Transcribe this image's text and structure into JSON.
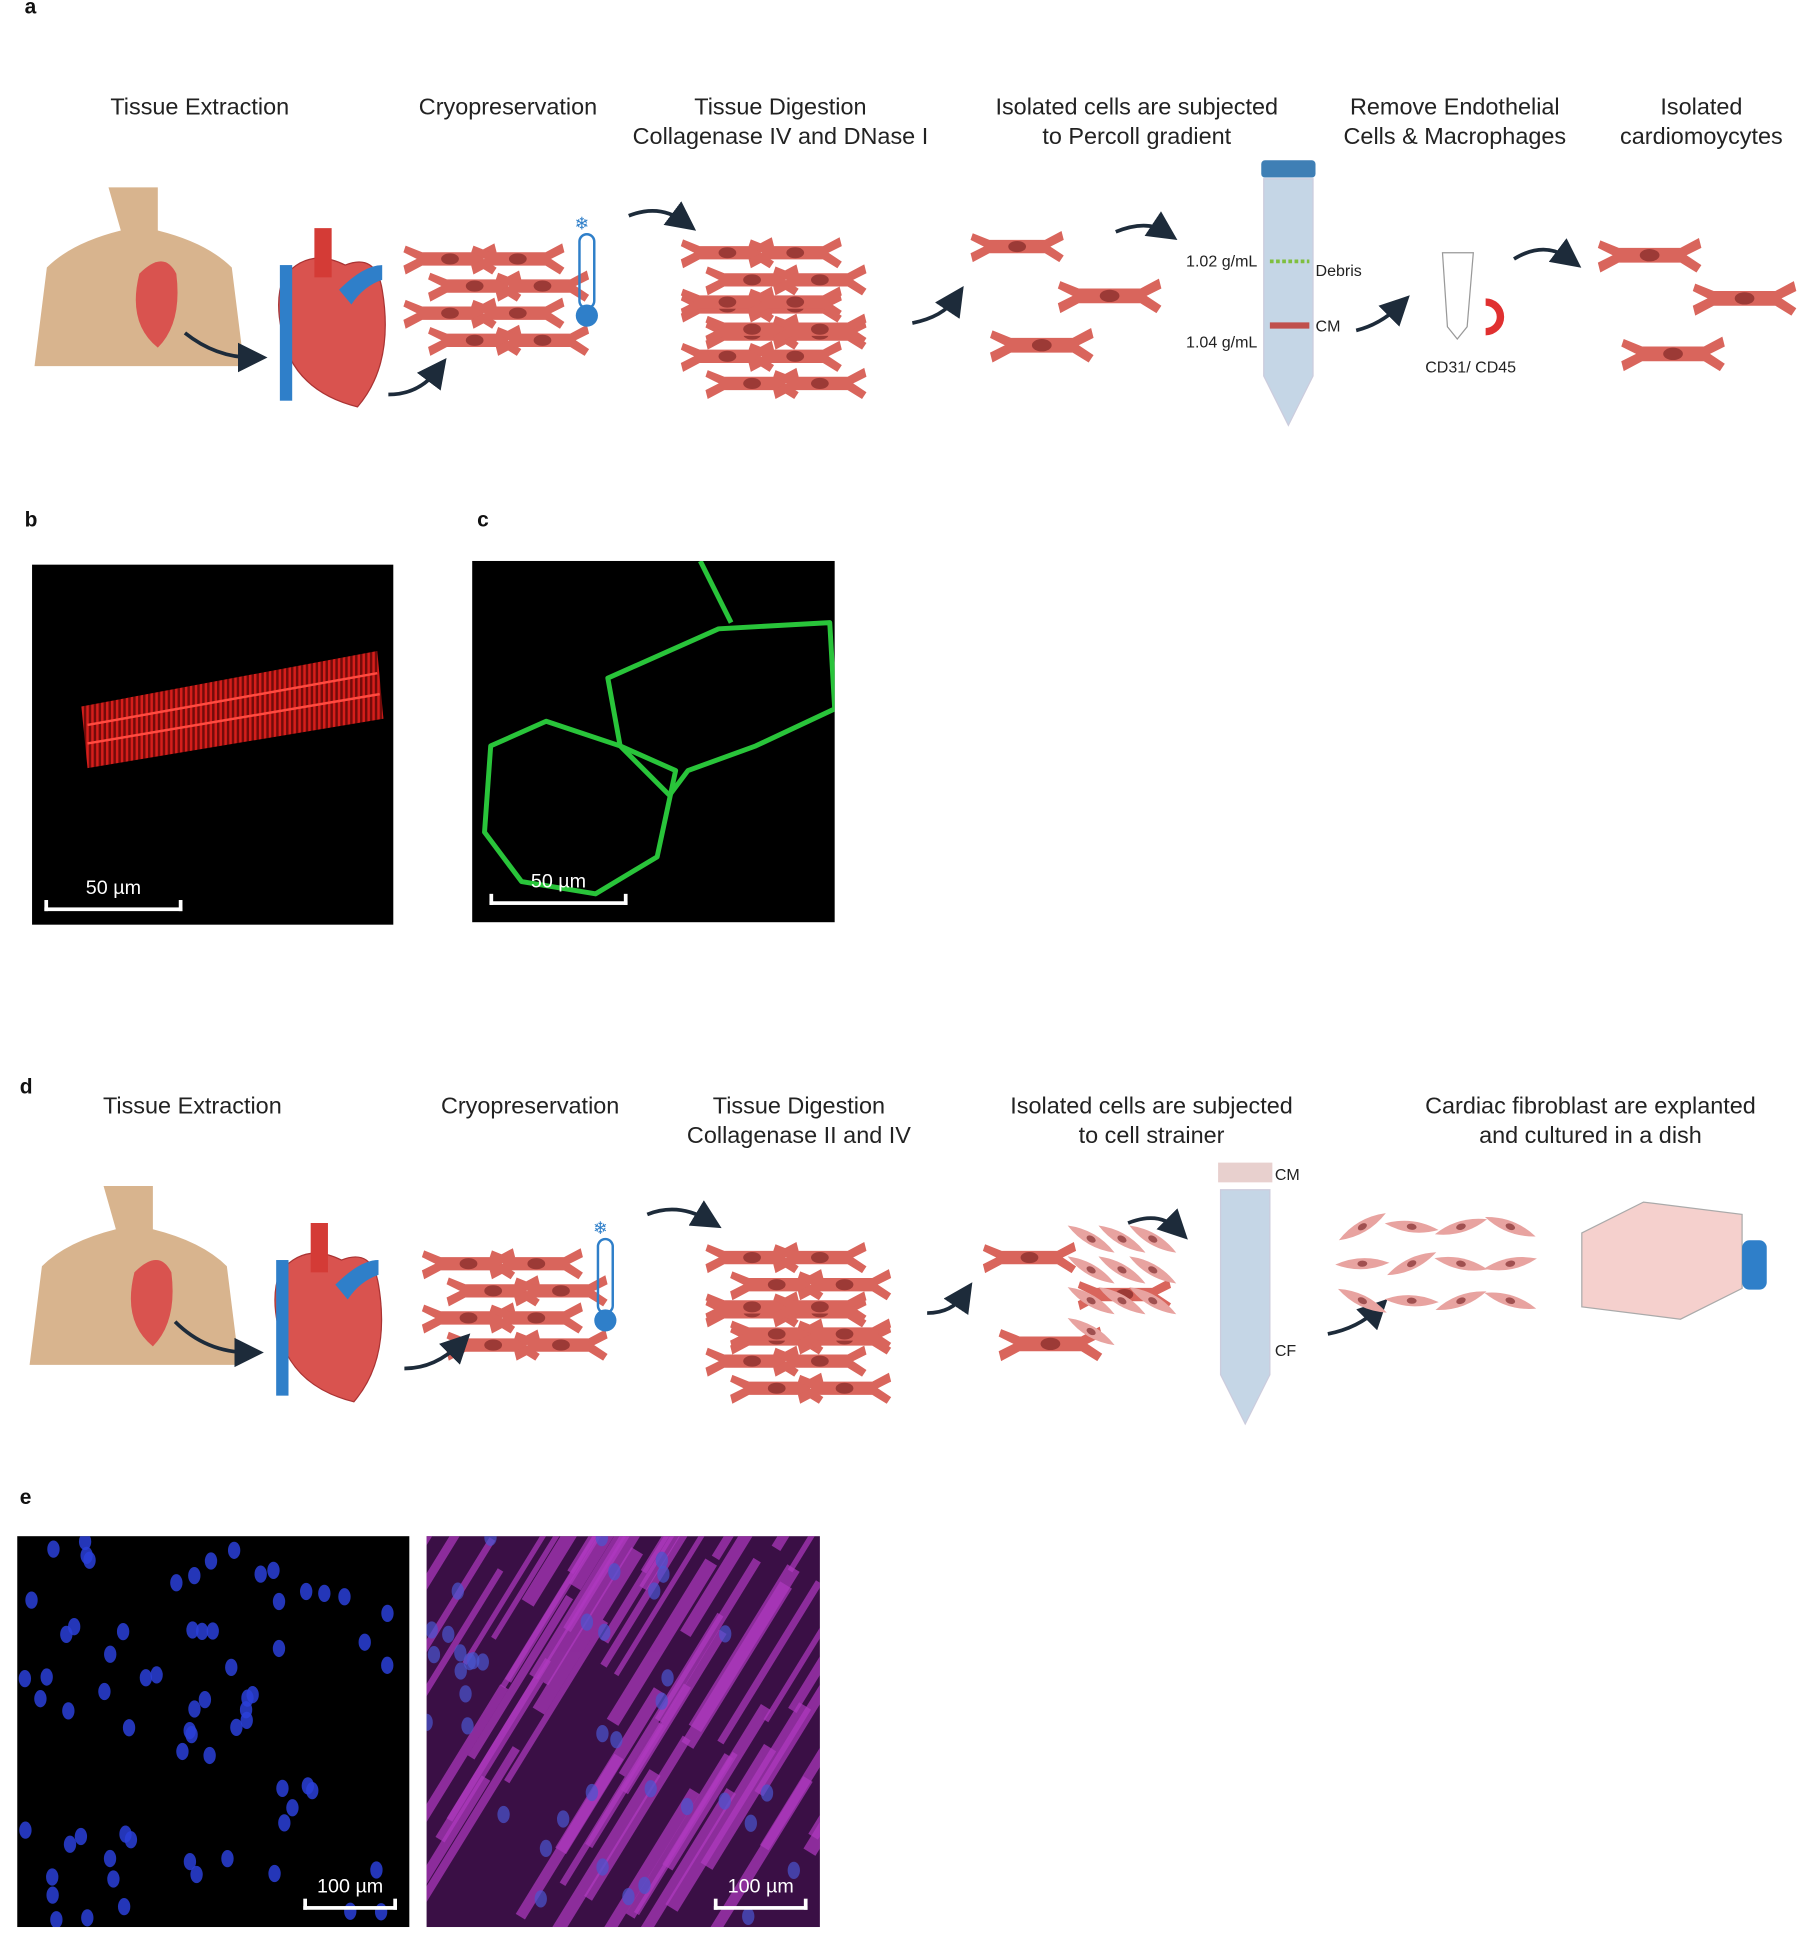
{
  "panel_a": {
    "label": "a",
    "steps": [
      {
        "line1": "Tissue Extraction",
        "line2": ""
      },
      {
        "line1": "Cryopreservation",
        "line2": ""
      },
      {
        "line1": "Tissue Digestion",
        "line2": "Collagenase IV and DNase I"
      },
      {
        "line1": "Isolated cells are subjected",
        "line2": "to Percoll gradient"
      },
      {
        "line1": "Remove Endothelial",
        "line2": "Cells & Macrophages"
      },
      {
        "line1": "Isolated",
        "line2": "cardiomoycytes"
      }
    ],
    "gradient_top": "1.02 g/mL",
    "gradient_bottom": "1.04 g/mL",
    "debris_label": "Debris",
    "cm_label": "CM",
    "markers": "CD31/ CD45"
  },
  "panel_b": {
    "label": "b",
    "scale": "50 µm",
    "stain_color": "#e0201c"
  },
  "panel_c": {
    "label": "c",
    "scale": "50 µm",
    "stain_color": "#29c43a"
  },
  "panel_d": {
    "label": "d",
    "steps": [
      {
        "line1": "Tissue Extraction",
        "line2": ""
      },
      {
        "line1": "Cryopreservation",
        "line2": ""
      },
      {
        "line1": "Tissue Digestion",
        "line2": "Collagenase II and IV"
      },
      {
        "line1": "Isolated cells are subjected",
        "line2": "to cell strainer"
      },
      {
        "line1": "Cardiac fibroblast are explanted",
        "line2": "and cultured in a dish"
      }
    ],
    "cm_label": "CM",
    "cf_label": "CF"
  },
  "panel_e": {
    "label": "e",
    "scale_left": "100 µm",
    "scale_right": "100 µm",
    "nuclei_color": "#2a3fd8",
    "stain_color": "#b03ac0"
  }
}
